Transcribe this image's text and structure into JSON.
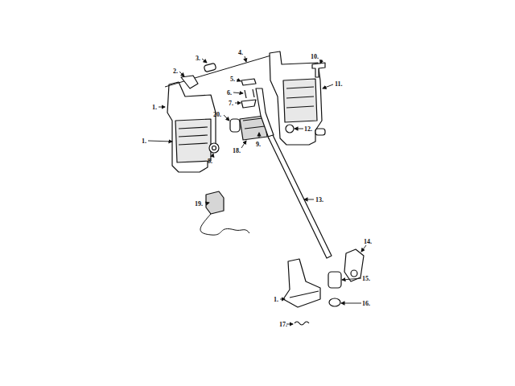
{
  "diagram": {
    "labels": [
      "3.",
      "4.",
      "10.",
      "2.",
      "11.",
      "5.",
      "6.",
      "7.",
      "1.",
      "20.",
      "1.",
      "8.",
      "12.",
      "18.",
      "9.",
      "13.",
      "19.",
      "14.",
      "1.",
      "15.",
      "16.",
      "17."
    ]
  }
}
